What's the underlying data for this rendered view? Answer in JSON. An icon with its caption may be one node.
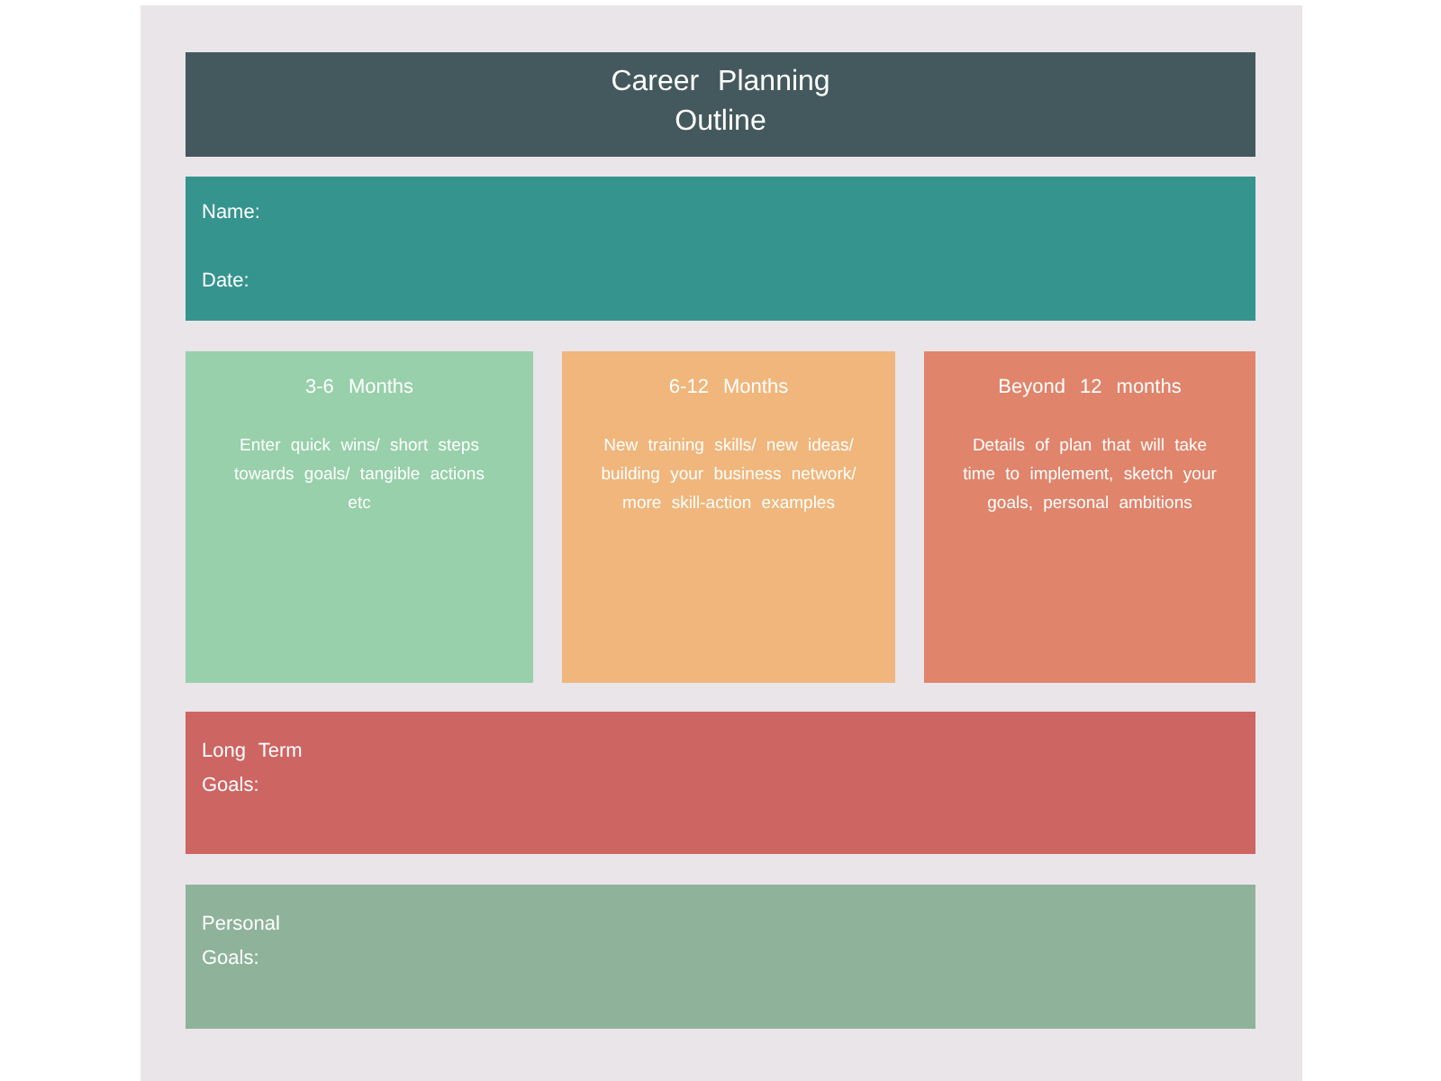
{
  "diagram": {
    "nodes": [
      {
        "text": [
          "Career Planning Outline"
        ]
      },
      {
        "text": [
          "Name:",
          "Date:"
        ]
      },
      {
        "text": [
          "3-6 Months",
          "Enter quick wins/ short steps towards goals/ tangible actions etc"
        ]
      },
      {
        "text": [
          "6-12 Months",
          "New training skills/ new ideas/ building your business network/ more skill-action examples"
        ]
      },
      {
        "text": [
          "Beyond 12 months",
          "Details of plan that will take time to implement, sketch your goals, personal ambitions"
        ]
      },
      {
        "text": [
          "Long Term Goals:"
        ]
      },
      {
        "text": [
          "Personal Goals:"
        ]
      }
    ]
  }
}
